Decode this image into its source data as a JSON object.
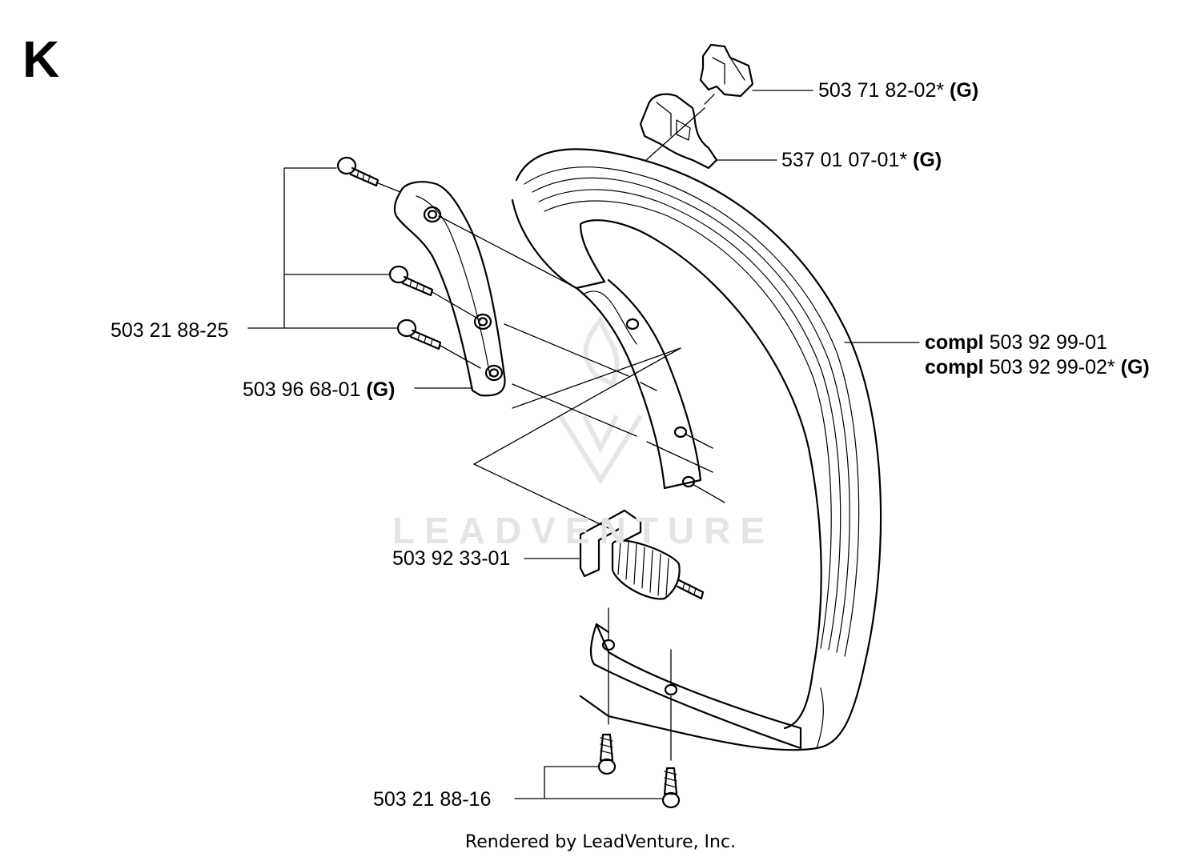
{
  "section_letter": "K",
  "watermark": "LEADVENTURE",
  "footer": "Rendered by LeadVenture, Inc.",
  "parts": {
    "trigger_switch": {
      "number": "503 71 82-02*",
      "suffix": "(G)"
    },
    "switch_housing": {
      "number": "537 01 07-01*",
      "suffix": "(G)"
    },
    "bracket_screws": {
      "number": "503 21 88-25"
    },
    "bracket": {
      "number": "503 96 68-01",
      "suffix": "(G)"
    },
    "handle_compl_1": {
      "prefix": "compl",
      "number": "503 92 99-01"
    },
    "handle_compl_2": {
      "prefix": "compl",
      "number": "503 92 99-02*",
      "suffix": "(G)"
    },
    "spring": {
      "number": "503 92 33-01"
    },
    "bottom_screws": {
      "number": "503 21 88-16"
    }
  }
}
